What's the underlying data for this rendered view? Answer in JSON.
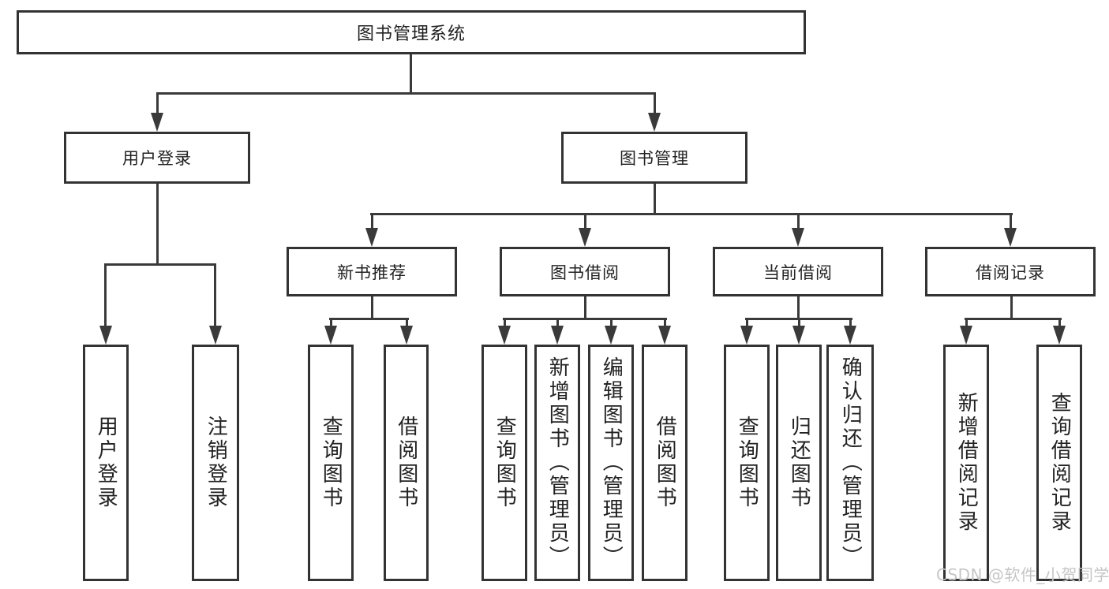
{
  "root": {
    "label": "图书管理系统"
  },
  "branches": {
    "user": {
      "label": "用户登录",
      "children": [
        "用户登录",
        "注销登录"
      ]
    },
    "books": {
      "label": "图书管理"
    }
  },
  "sections": {
    "recommend": {
      "label": "新书推荐",
      "children": [
        "查询图书",
        "借阅图书"
      ]
    },
    "borrow": {
      "label": "图书借阅",
      "children": [
        "查询图书",
        "新增图书（管理员）",
        "编辑图书（管理员）",
        "借阅图书"
      ]
    },
    "current": {
      "label": "当前借阅",
      "children": [
        "查询图书",
        "归还图书",
        "确认归还（管理员）"
      ]
    },
    "records": {
      "label": "借阅记录",
      "children": [
        "新增借阅记录",
        "查询借阅记录"
      ]
    }
  },
  "watermark": "CSDN @软件_小贺同学",
  "colors": {
    "ink": "#3a3a3a",
    "border": "#333333",
    "text": "#222222",
    "watermark": "#c6c6c6",
    "background": "#ffffff"
  }
}
